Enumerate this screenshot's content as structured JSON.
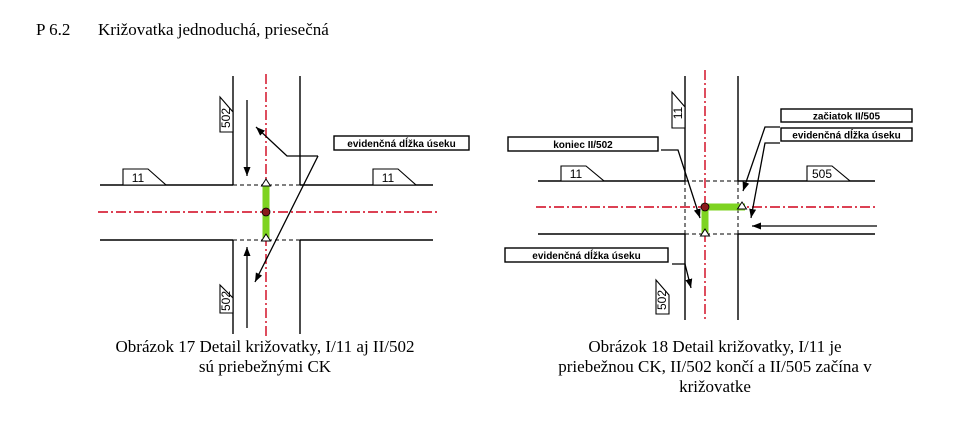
{
  "heading": {
    "number": "P 6.2",
    "title": "Križovatka jednoduchá, priesečná"
  },
  "figure1": {
    "caption_line1": "Obrázok 17 Detail križovatky, I/11 aj II/502",
    "caption_line2": "sú priebežnými CK",
    "label_length": "evidenčná dĺžka úseku",
    "road_west": "11",
    "road_east": "11",
    "road_north": "502",
    "road_south": "502"
  },
  "figure2": {
    "caption_line1": "Obrázok 18 Detail križovatky, I/11 je",
    "caption_line2": "priebežnou CK, II/502 končí a II/505 začína v",
    "caption_line3": "križovatke",
    "label_end": "koniec II/502",
    "label_start": "začiatok II/505",
    "label_length_right": "evidenčná dĺžka úseku",
    "label_length_left": "evidenčná dĺžka úseku",
    "road_west": "11",
    "road_north": "11",
    "road_east": "505",
    "road_south": "502"
  },
  "colors": {
    "axis": "#d0021b",
    "highlight": "#7ed321",
    "node": "#8b1a1a",
    "line": "#000000"
  }
}
